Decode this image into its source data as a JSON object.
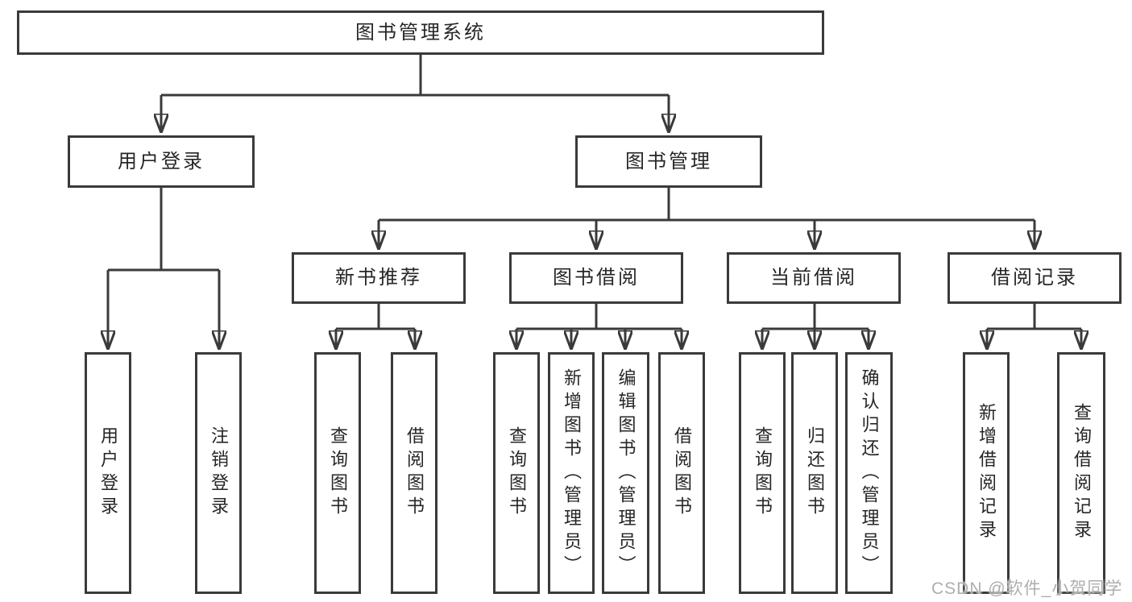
{
  "tree": {
    "root": {
      "label": "图书管理系统"
    },
    "branches": [
      {
        "label": "用户登录",
        "children": [
          {
            "label": "用户登录"
          },
          {
            "label": "注销登录"
          }
        ]
      },
      {
        "label": "图书管理",
        "children": [
          {
            "label": "新书推荐",
            "children": [
              {
                "label": "查询图书"
              },
              {
                "label": "借阅图书"
              }
            ]
          },
          {
            "label": "图书借阅",
            "children": [
              {
                "label": "查询图书"
              },
              {
                "label": "新增图书（管理员）"
              },
              {
                "label": "编辑图书（管理员）"
              },
              {
                "label": "借阅图书"
              }
            ]
          },
          {
            "label": "当前借阅",
            "children": [
              {
                "label": "查询图书"
              },
              {
                "label": "归还图书"
              },
              {
                "label": "确认归还（管理员）"
              }
            ]
          },
          {
            "label": "借阅记录",
            "children": [
              {
                "label": "新增借阅记录"
              },
              {
                "label": "查询借阅记录"
              }
            ]
          }
        ]
      }
    ]
  },
  "watermark": {
    "text": "CSDN @软件_小贺同学"
  },
  "colors": {
    "line": "#3a3a3a",
    "box_border": "#3a3a3a",
    "text": "#262626",
    "watermark": "#aeaeae",
    "background": "#ffffff"
  }
}
